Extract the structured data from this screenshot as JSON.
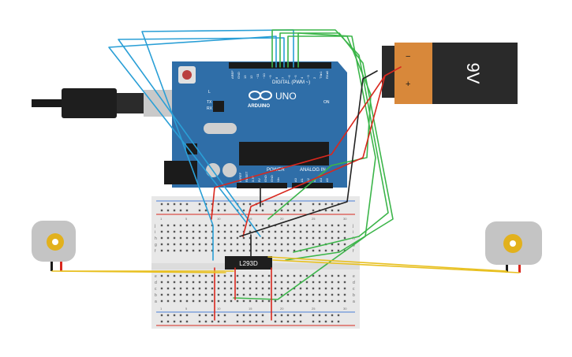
{
  "arduino": {
    "brand_text": "UNO",
    "logo_text": "ARDUINO",
    "digital_label": "DIGITAL (PWM ~)",
    "power_label": "POWER",
    "analog_label": "ANALOG IN",
    "led_l": "L",
    "led_tx": "TX",
    "led_rx": "RX",
    "on_label": "ON",
    "header_pins": [
      "AREF",
      "GND",
      "13",
      "12",
      "~11",
      "~10",
      "~9",
      "8",
      "7",
      "~6",
      "~5",
      "4",
      "~3",
      "2",
      "TX▸1",
      "RX◂0"
    ],
    "power_pins": [
      "IOREF",
      "RESET",
      "3.3V",
      "5V",
      "GND",
      "GND",
      "Vin"
    ],
    "analog_pins": [
      "A0",
      "A1",
      "A2",
      "A3",
      "A4",
      "A5"
    ]
  },
  "battery": {
    "label": "9V",
    "minus": "−",
    "plus": "+"
  },
  "driver_chip": {
    "label": "L293D"
  },
  "breadboard": {
    "row_letters_top": [
      "j",
      "i",
      "h",
      "g",
      "f"
    ],
    "row_letters_bottom": [
      "e",
      "d",
      "c",
      "b",
      "a"
    ],
    "column_numbers": [
      "1",
      "5",
      "10",
      "15",
      "20",
      "25",
      "30"
    ]
  },
  "colors": {
    "board": "#2f6ea8",
    "wire_blue": "#2a9fd6",
    "wire_green": "#3cb54a",
    "wire_red": "#d9281e",
    "wire_black": "#222222",
    "wire_yellow": "#e8c020",
    "battery_orange": "#d8883a",
    "battery_black": "#2a2a2a"
  }
}
